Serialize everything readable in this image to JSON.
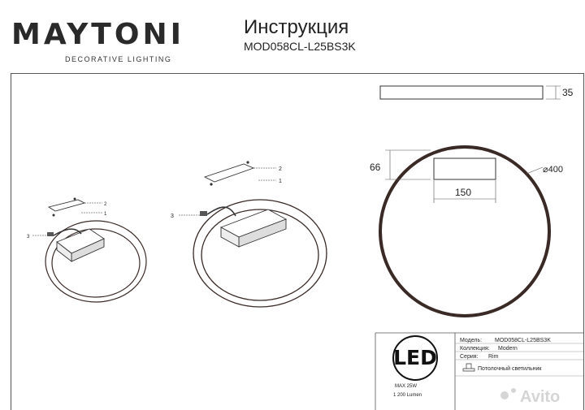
{
  "brand": {
    "name": "MAYTONI",
    "tagline": "DECORATIVE LIGHTING"
  },
  "document": {
    "title": "Инструкция",
    "model": "MOD058CL-L25BS3K"
  },
  "dimensions": {
    "thickness": "35",
    "base_height": "66",
    "base_width": "150",
    "diameter": "⌀400"
  },
  "callouts": {
    "left": [
      "2",
      "1",
      "3"
    ],
    "middle": [
      "2",
      "1",
      "3"
    ]
  },
  "badge": {
    "led": "LED",
    "power": "MAX 25W",
    "lumen": "1 200 Lumen"
  },
  "specs": {
    "model_label": "Модель:",
    "model_value": "MOD058CL-L25BS3K",
    "collection_label": "Коллекция:",
    "collection_value": "Modern",
    "series_label": "Серия:",
    "series_value": "Rim",
    "type_value": "Потолочный светильник"
  },
  "watermark": "Avito",
  "colors": {
    "ink": "#222222",
    "ring": "#3a2a26",
    "frame": "#555555"
  }
}
